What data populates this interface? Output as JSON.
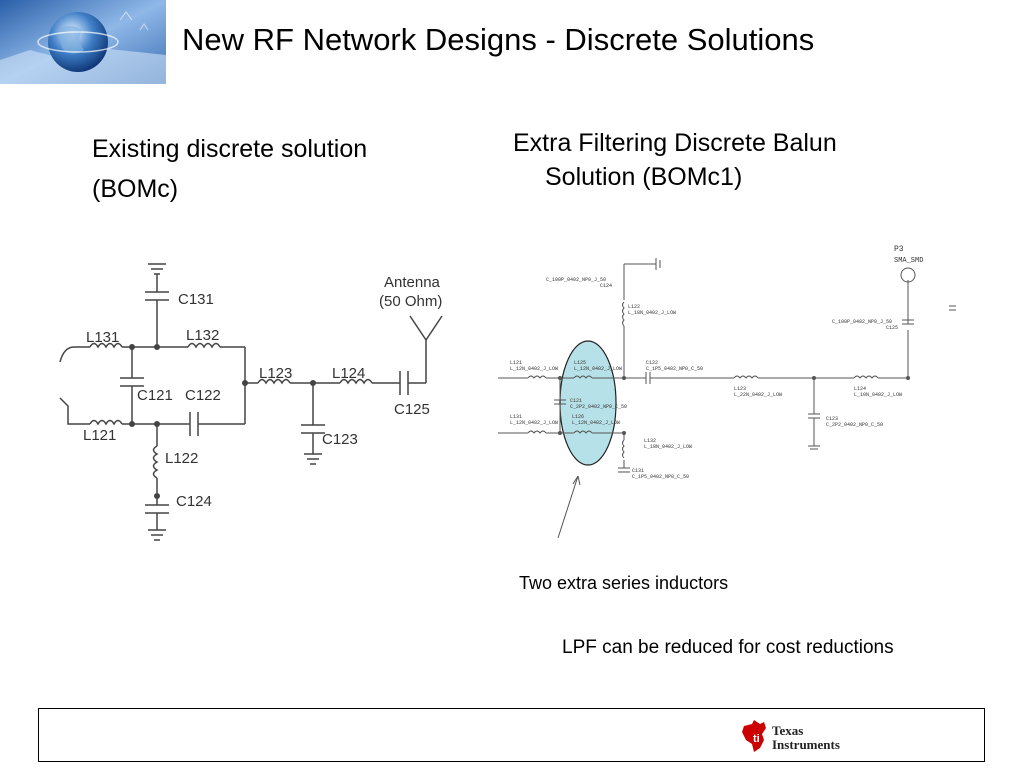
{
  "title": "New RF Network Designs - Discrete Solutions",
  "left": {
    "heading_line1": "Existing discrete solution",
    "heading_line2": "(BOMc)",
    "labels": {
      "c131": "C131",
      "l131": "L131",
      "l132": "L132",
      "c121": "C121",
      "c122": "C122",
      "l121": "L121",
      "l123": "L123",
      "l124": "L124",
      "l122": "L122",
      "c124": "C124",
      "c123": "C123",
      "c125": "C125",
      "antenna1": "Antenna",
      "antenna2": "(50 Ohm)"
    }
  },
  "right": {
    "heading_line1": "Extra Filtering Discrete Balun",
    "heading_line2": "Solution (BOMc1)",
    "labels": {
      "p3": "P3",
      "sma": "SMA_SMD",
      "c124a": "C_100P_0402_NP0_J_50",
      "c124b": "C124",
      "l122a": "L122",
      "l122b": "L_18N_0402_J_LOW",
      "c125a": "C_100P_0402_NP0_J_50",
      "c125b": "C125",
      "l121a": "L121",
      "l121b": "L_12N_0402_J_LOW",
      "l125a": "L125",
      "l125b": "L_12N_0402_J_LOW",
      "c122a": "C122",
      "c122b": "C_1P5_0402_NP0_C_50",
      "c121a": "C121",
      "c121b": "C_2P2_0402_NP0_C_50",
      "l126a": "L126",
      "l126b": "L_12N_0402_J_LOW",
      "l131a": "L131",
      "l131b": "L_12N_0402_J_LOW",
      "l132a": "L132",
      "l132b": "L_18N_0402_J_LOW",
      "c131a": "C131",
      "c131b": "C_1P5_0402_NP0_C_50",
      "l123a": "L123",
      "l123b": "L_22N_0402_J_LOW",
      "c123a": "C123",
      "c123b": "C_2P2_0402_NP0_C_50",
      "l124a": "L124",
      "l124b": "L_10N_0402_J_LOW"
    }
  },
  "notes": {
    "extra_inductors": "Two extra series inductors",
    "lpf": "LPF can be reduced for cost reductions"
  },
  "brand": {
    "line1": "Texas",
    "line2": "Instruments",
    "color": "#cc0000"
  }
}
